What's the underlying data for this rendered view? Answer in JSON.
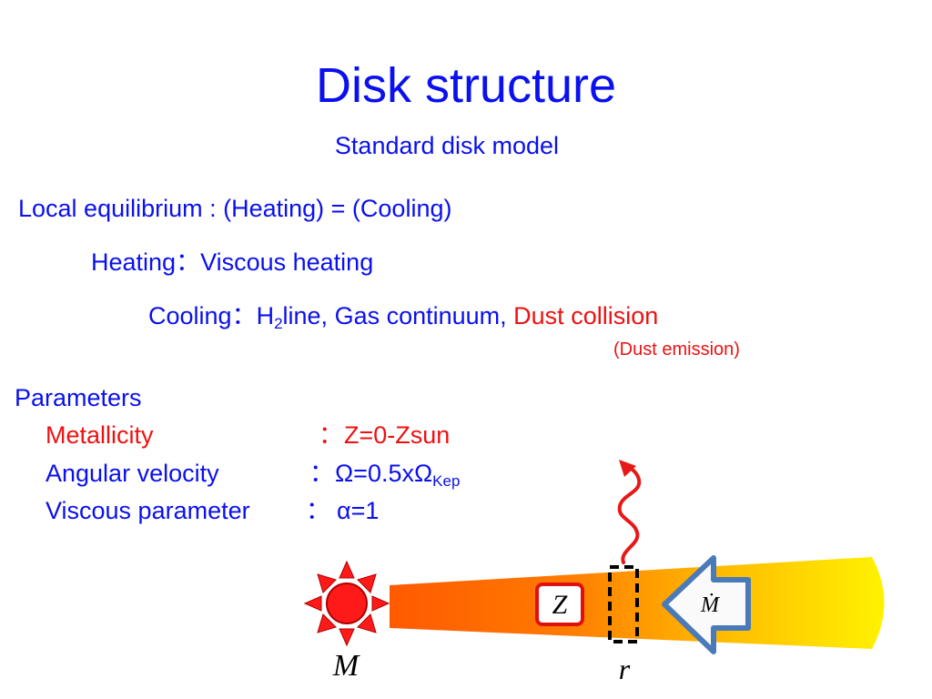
{
  "title": "Disk structure",
  "subtitle": "Standard disk model",
  "equilibrium": "Local equilibrium : (Heating) = (Cooling)",
  "heating": {
    "label": "Heating",
    "separator": "：",
    "value": "Viscous heating"
  },
  "cooling": {
    "label": "Cooling",
    "separator": "：",
    "h2_prefix": "H",
    "h2_sub": "2",
    "h2_suffix": "line, Gas continuum,",
    "dust": "Dust collision",
    "dust_note": "(Dust emission)"
  },
  "parameters": {
    "heading": "Parameters",
    "metallicity": {
      "label": "Metallicity",
      "separator": "：",
      "value": "Z=0-Zsun"
    },
    "angular_velocity": {
      "label": "Angular velocity",
      "separator": "：",
      "value_main": "Ω=0.5xΩ",
      "value_sub": "Kep"
    },
    "viscous": {
      "label": "Viscous parameter",
      "separator": "：",
      "value": "α=1"
    }
  },
  "diagram": {
    "star_label": "M",
    "metallicity_box": "Z",
    "accretion_label": "Ṁ",
    "radius_label": "r"
  },
  "colors": {
    "text_blue": "#0a10ee",
    "accent_red": "#ee1111",
    "disk_inner": "#ff5a00",
    "disk_outer": "#fff200",
    "star": "#ff1a1a",
    "arrow_fill": "#fafafa",
    "arrow_border": "#4a7ab8"
  }
}
